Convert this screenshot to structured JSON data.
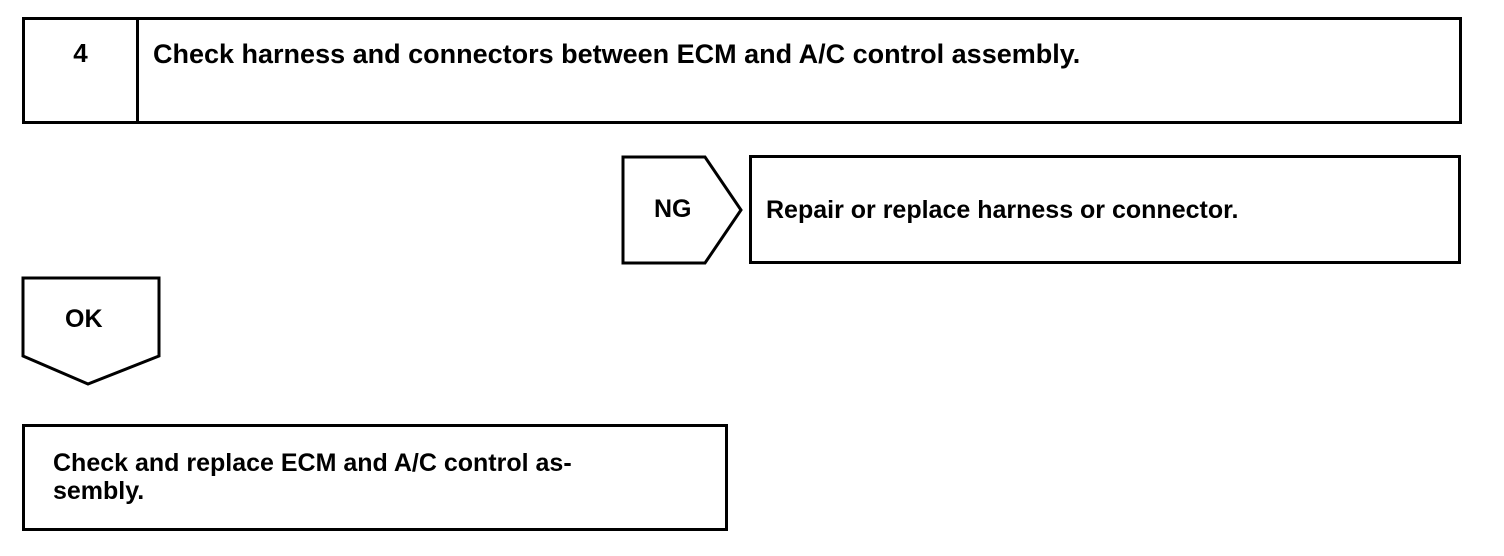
{
  "step": {
    "number": "4",
    "title": "Check harness and connectors between ECM and A/C control assembly."
  },
  "ng_branch": {
    "label": "NG",
    "action": "Repair or replace harness or connector."
  },
  "ok_branch": {
    "label": "OK"
  },
  "result": {
    "line1": "Check and replace ECM and A/C control as-",
    "line2": "sembly."
  }
}
